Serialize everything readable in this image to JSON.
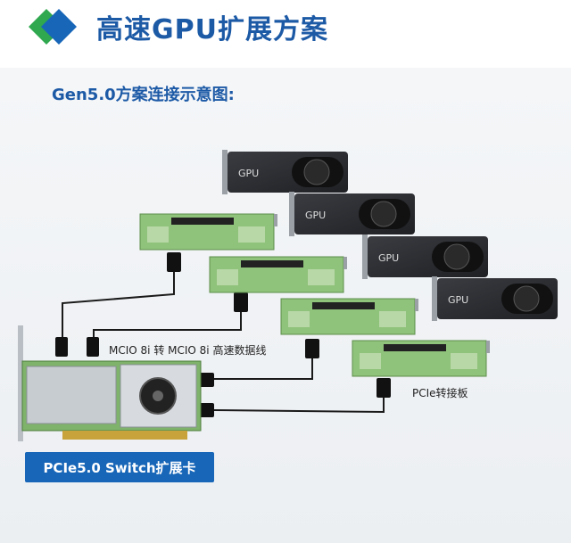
{
  "header": {
    "title": "高速GPU扩展方案",
    "logo_icon": "blue-green-diamond-logo"
  },
  "diagram": {
    "subtitle": "Gen5.0方案连接示意图:",
    "cable_label": "MCIO 8i 转 MCIO 8i 高速数据线",
    "riser_label": "PCIe转接板",
    "switch_card_label": "PCIe5.0 Switch扩展卡",
    "gpu_label": "GPU",
    "gpus": [
      "GPU",
      "GPU",
      "GPU",
      "GPU"
    ],
    "colors": {
      "title": "#1d5aa6",
      "badge": "#1766b8",
      "pcb_green": "#8fc27a",
      "gpu_body": "#2b2d31"
    }
  }
}
